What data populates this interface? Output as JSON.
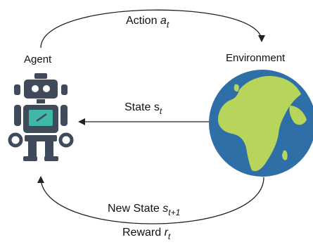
{
  "agent": {
    "label": "Agent",
    "icon": "robot-icon"
  },
  "environment": {
    "label": "Environment",
    "icon": "globe-icon"
  },
  "arrows": {
    "action": {
      "text": "Action",
      "symbol": "a",
      "sub": "t"
    },
    "state": {
      "text": "State",
      "symbol": "s",
      "sub": "t"
    },
    "new_state": {
      "text": "New State",
      "symbol": "s",
      "sub": "t+1"
    },
    "reward": {
      "text": "Reward",
      "symbol": "r",
      "sub": "t"
    }
  },
  "colors": {
    "robot_body": "#3f4a5a",
    "robot_screen": "#3fb8a8",
    "ocean": "#2e6fa7",
    "land": "#b6d55a",
    "arrow": "#222222"
  }
}
